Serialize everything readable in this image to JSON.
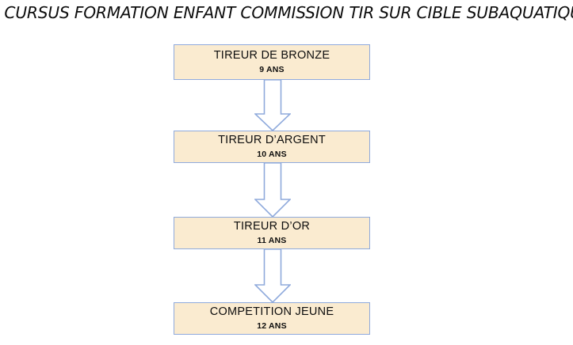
{
  "page": {
    "title": "CURSUS FORMATION ENFANT  COMMISSION TIR SUR CIBLE SUBAQUATIQUE",
    "background_color": "#FFFFFF"
  },
  "colors": {
    "box_fill": "#FAEBD0",
    "box_border": "#8FAADC",
    "arrow_fill": "#FFFFFF",
    "arrow_border": "#8FAADC",
    "text": "#0D0D0D"
  },
  "flow": {
    "stages": [
      {
        "label": "TIREUR DE BRONZE",
        "age": "9 ANS"
      },
      {
        "label": "TIREUR  D’ARGENT",
        "age": "10 ANS"
      },
      {
        "label": "TIREUR  D’OR",
        "age": "11 ANS"
      },
      {
        "label": "COMPETITION JEUNE",
        "age": "12 ANS"
      }
    ],
    "connectors": [
      {
        "name": "arrow-bronze-to-argent",
        "direction": "down"
      },
      {
        "name": "arrow-argent-to-or",
        "direction": "down"
      },
      {
        "name": "arrow-or-to-competition",
        "direction": "down"
      }
    ]
  }
}
